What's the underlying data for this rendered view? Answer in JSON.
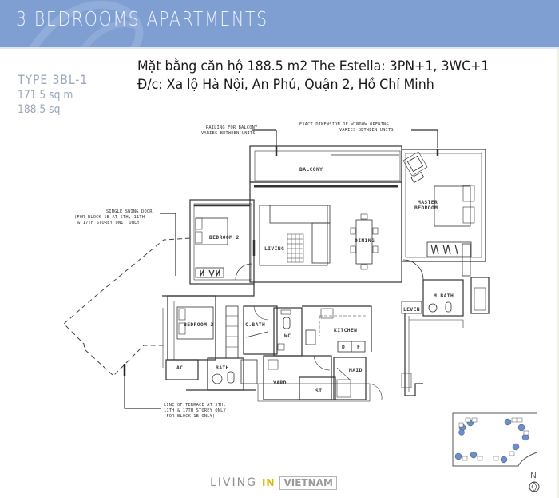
{
  "header": {
    "title": "3 BEDROOMS APARTMENTS",
    "background_color": "#7f9fd3"
  },
  "unit": {
    "type": "TYPE 3BL-1",
    "area_1": "171.5 sq m",
    "area_2": "188.5 sq"
  },
  "description": {
    "line1": "Mặt bằng căn hộ 188.5 m2 The Estella: 3PN+1, 3WC+1",
    "line2": "Đ/c: Xa lộ Hà Nội, An Phú, Quận 2, Hồ Chí Minh"
  },
  "annotations": {
    "railing": [
      "RAILING FOR BALCONY",
      "VARIES BETWEEN UNITS"
    ],
    "window": [
      "EXACT DIMENSION OF WINDOW OPENING",
      "VARIES BETWEEN UNITS"
    ],
    "swing_door": [
      "SINGLE SWING DOOR",
      "(FOR BLOCK 1B AT 5TH, 11TH",
      "& 17TH STOREY UNIT ONLY)"
    ],
    "terrace": [
      "LINE OF TERRACE AT 5TH,",
      "11TH & 17TH STOREY ONLY",
      "(FOR BLOCK 1B ONLY)"
    ]
  },
  "rooms": {
    "balcony": "BALCONY",
    "master_bedroom_1": "MASTER",
    "master_bedroom_2": "BEDROOM",
    "bedroom2": "BEDROOM 2",
    "living": "LIVING",
    "dining": "DINING",
    "bedroom3": "BEDROOM 3",
    "c_bath": "C.BATH",
    "wc": "WC",
    "kitchen": "KITCHEN",
    "m_bath": "M.BATH",
    "leven": "LEVEN",
    "ac": "AC",
    "bath": "BATH",
    "yard": "YARD",
    "maid": "MAID",
    "st": "ST",
    "d": "D",
    "f": "F"
  },
  "site_plan": {
    "north_label": "N",
    "highlight_color": "#6a8fd0"
  },
  "footer": {
    "living": "LIVING",
    "in": "IN",
    "vietnam": "VIETNAM"
  }
}
